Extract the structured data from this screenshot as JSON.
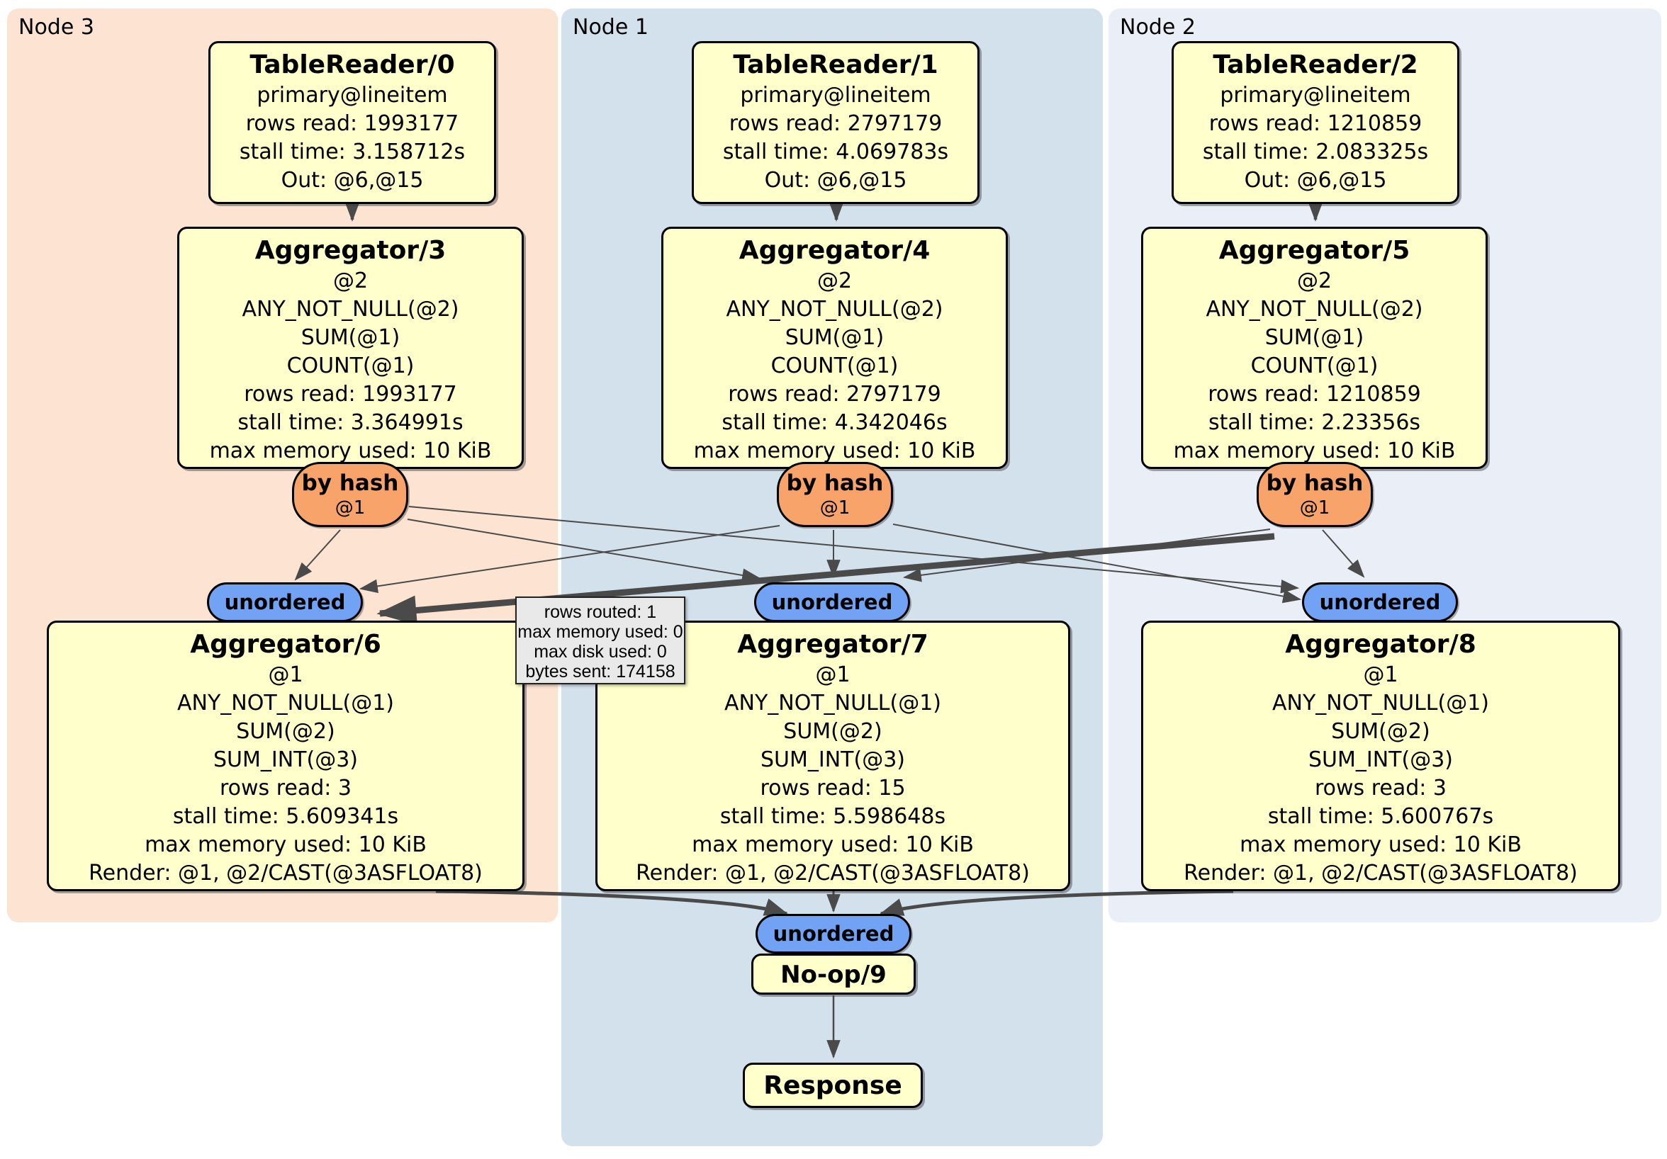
{
  "panels": [
    {
      "label": "Node 3"
    },
    {
      "label": "Node 1"
    },
    {
      "label": "Node 2"
    }
  ],
  "processors": {
    "tr0": {
      "title": "TableReader/0",
      "lines": [
        "primary@lineitem",
        "rows read: 1993177",
        "stall time: 3.158712s",
        "Out: @6,@15"
      ]
    },
    "tr1": {
      "title": "TableReader/1",
      "lines": [
        "primary@lineitem",
        "rows read: 2797179",
        "stall time: 4.069783s",
        "Out: @6,@15"
      ]
    },
    "tr2": {
      "title": "TableReader/2",
      "lines": [
        "primary@lineitem",
        "rows read: 1210859",
        "stall time: 2.083325s",
        "Out: @6,@15"
      ]
    },
    "agg3": {
      "title": "Aggregator/3",
      "lines": [
        "@2",
        "ANY_NOT_NULL(@2)",
        "SUM(@1)",
        "COUNT(@1)",
        "rows read: 1993177",
        "stall time: 3.364991s",
        "max memory used: 10 KiB"
      ]
    },
    "agg4": {
      "title": "Aggregator/4",
      "lines": [
        "@2",
        "ANY_NOT_NULL(@2)",
        "SUM(@1)",
        "COUNT(@1)",
        "rows read: 2797179",
        "stall time: 4.342046s",
        "max memory used: 10 KiB"
      ]
    },
    "agg5": {
      "title": "Aggregator/5",
      "lines": [
        "@2",
        "ANY_NOT_NULL(@2)",
        "SUM(@1)",
        "COUNT(@1)",
        "rows read: 1210859",
        "stall time: 2.23356s",
        "max memory used: 10 KiB"
      ]
    },
    "agg6": {
      "title": "Aggregator/6",
      "lines": [
        "@1",
        "ANY_NOT_NULL(@1)",
        "SUM(@2)",
        "SUM_INT(@3)",
        "rows read: 3",
        "stall time: 5.609341s",
        "max memory used: 10 KiB",
        "Render: @1, @2/CAST(@3ASFLOAT8)"
      ]
    },
    "agg7": {
      "title": "Aggregator/7",
      "lines": [
        "@1",
        "ANY_NOT_NULL(@1)",
        "SUM(@2)",
        "SUM_INT(@3)",
        "rows read: 15",
        "stall time: 5.598648s",
        "max memory used: 10 KiB",
        "Render: @1, @2/CAST(@3ASFLOAT8)"
      ]
    },
    "agg8": {
      "title": "Aggregator/8",
      "lines": [
        "@1",
        "ANY_NOT_NULL(@1)",
        "SUM(@2)",
        "SUM_INT(@3)",
        "rows read: 3",
        "stall time: 5.600767s",
        "max memory used: 10 KiB",
        "Render: @1, @2/CAST(@3ASFLOAT8)"
      ]
    },
    "noop": {
      "title": "No-op/9"
    },
    "response": {
      "title": "Response"
    }
  },
  "routers": [
    {
      "label": "by hash",
      "sub": "@1"
    },
    {
      "label": "by hash",
      "sub": "@1"
    },
    {
      "label": "by hash",
      "sub": "@1"
    }
  ],
  "syncs": [
    {
      "label": "unordered"
    },
    {
      "label": "unordered"
    },
    {
      "label": "unordered"
    },
    {
      "label": "unordered"
    }
  ],
  "tooltip": {
    "lines": [
      "rows routed: 1",
      "max memory used: 0",
      "max disk used: 0",
      "bytes sent: 174158"
    ]
  },
  "colors": {
    "node3_bg": "#fce3d2",
    "node1_bg": "#d3e1ed",
    "node2_bg": "#e9eef7",
    "processor_bg": "#ffffcb",
    "router_bg": "#f8a369",
    "sync_bg": "#72a2f3",
    "edge": "#4a4a4a",
    "tooltip_bg": "#e9e9e9"
  }
}
